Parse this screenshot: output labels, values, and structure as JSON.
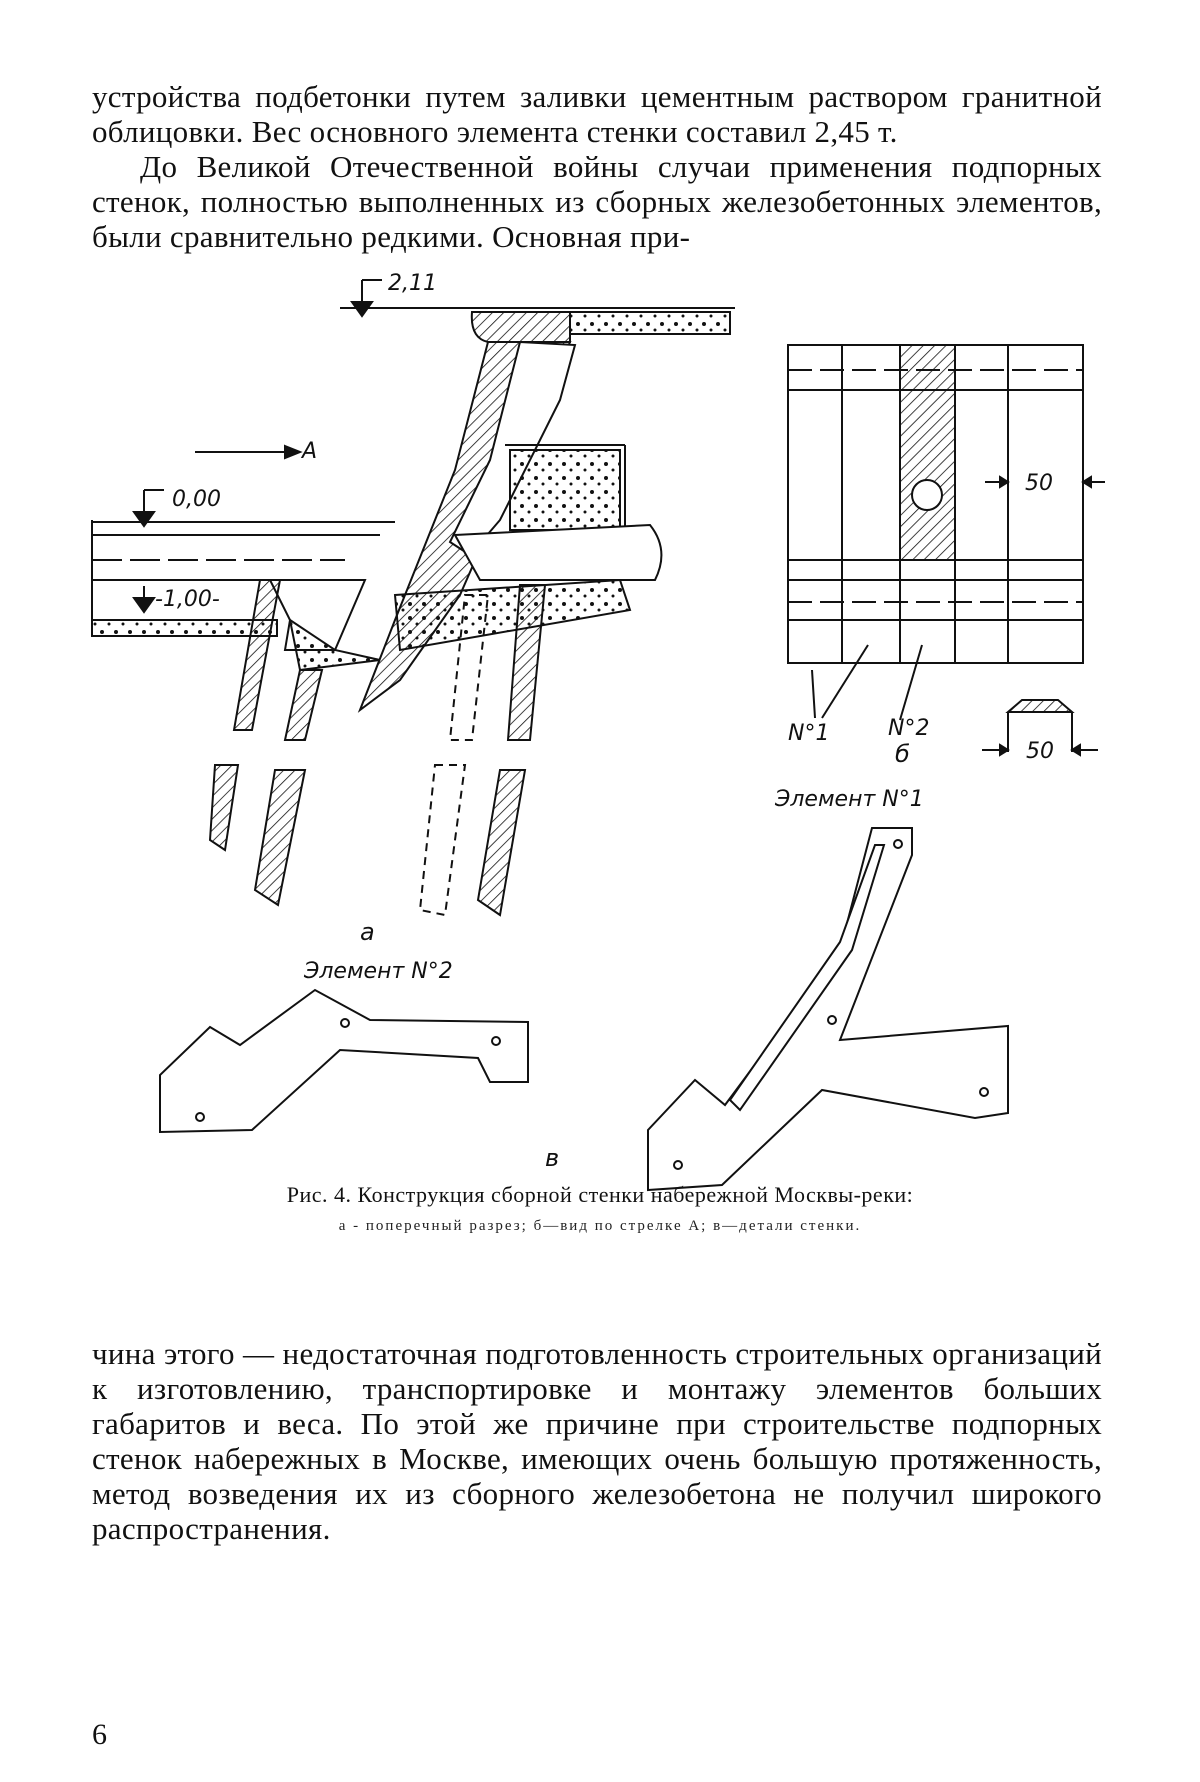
{
  "text": {
    "p1": "устройства подбетонки путем заливки цементным раствором гранитной облицовки. Вес основного элемента стенки составил 2,45 т.",
    "p2": "До Великой Отечественной войны случаи применения подпорных стенок, полностью выполненных из сборных железобетонных элементов, были сравнительно редкими. Основная при-",
    "p3": "чина этого — недостаточная подготовленность строительных организаций к изготовлению, транспортировке и монтажу элементов больших габаритов и веса. По этой же причине при строительстве подпорных стенок набережных в Москве, имеющих очень большую протяженность, метод возведения их из сборного железобетона не получил широкого распространения.",
    "page_number": "6"
  },
  "figure": {
    "elev_top": "2,11",
    "elev_zero": "0,00",
    "elev_minus": "-1,00-",
    "arrow_label": "А",
    "dim_50_upper": "50",
    "dim_50_lower": "50",
    "label_n1": "N°1",
    "label_n2": "N°2",
    "mark_a": "а",
    "mark_b": "б",
    "mark_v": "в",
    "element1_title": "Элемент N°1",
    "element2_title": "Элемент N°2",
    "caption_main": "Рис. 4. Конструкция сборной стенки набережной Москвы-реки:",
    "caption_sub": "а - поперечный разрез; б—вид по стрелке А; в—детали стенки."
  },
  "colors": {
    "ink": "#111111",
    "paper": "#ffffff"
  }
}
